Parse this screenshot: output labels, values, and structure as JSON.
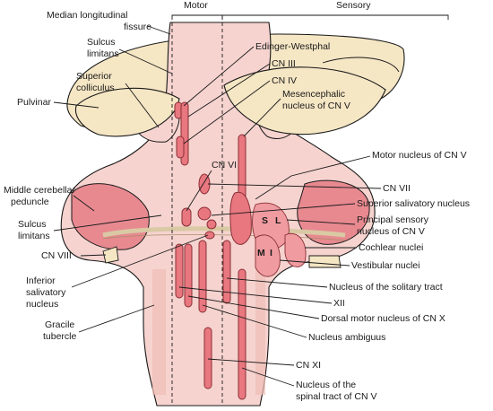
{
  "header": {
    "motor": "Motor",
    "sensory": "Sensory"
  },
  "labels_left": [
    {
      "id": "median-longitudinal-fissure",
      "lines": [
        "Median longitudinal",
        "fissure"
      ]
    },
    {
      "id": "sulcus-limitans-top",
      "lines": [
        "Sulcus",
        "limitans"
      ]
    },
    {
      "id": "superior-colliculus",
      "lines": [
        "Superior",
        "colliculus"
      ]
    },
    {
      "id": "pulvinar",
      "lines": [
        "Pulvinar"
      ]
    },
    {
      "id": "middle-cerebellar-peduncle",
      "lines": [
        "Middle cerebellar",
        "peduncle"
      ]
    },
    {
      "id": "sulcus-limitans-bottom",
      "lines": [
        "Sulcus",
        "limitans"
      ]
    },
    {
      "id": "cn-viii",
      "lines": [
        "CN VIII"
      ]
    },
    {
      "id": "inferior-salivatory-nucleus",
      "lines": [
        "Inferior",
        "salivatory",
        "nucleus"
      ]
    },
    {
      "id": "gracile-tubercle",
      "lines": [
        "Gracile",
        "tubercle"
      ]
    }
  ],
  "labels_right": [
    {
      "id": "edinger-westphal",
      "lines": [
        "Edinger-Westphal"
      ]
    },
    {
      "id": "cn-iii",
      "lines": [
        "CN III"
      ]
    },
    {
      "id": "cn-iv",
      "lines": [
        "CN IV"
      ]
    },
    {
      "id": "mesencephalic-nucleus",
      "lines": [
        "Mesencephalic",
        "nucleus of CN V"
      ]
    },
    {
      "id": "cn-vi",
      "lines": [
        "CN VI"
      ]
    },
    {
      "id": "motor-nucleus-cn-v",
      "lines": [
        "Motor nucleus of CN V"
      ]
    },
    {
      "id": "cn-vii",
      "lines": [
        "CN VII"
      ]
    },
    {
      "id": "superior-salivatory-nucleus",
      "lines": [
        "Superior salivatory nucleus"
      ]
    },
    {
      "id": "principal-sensory-nucleus",
      "lines": [
        "Principal sensory",
        "nucleus of CN V"
      ]
    },
    {
      "id": "cochlear-nuclei",
      "lines": [
        "Cochlear nuclei"
      ]
    },
    {
      "id": "vestibular-nuclei",
      "lines": [
        "Vestibular nuclei"
      ]
    },
    {
      "id": "nucleus-solitary-tract",
      "lines": [
        "Nucleus of the solitary tract"
      ]
    },
    {
      "id": "cn-xii",
      "lines": [
        "XII"
      ]
    },
    {
      "id": "dorsal-motor-nucleus-cn-x",
      "lines": [
        "Dorsal motor nucleus of CN X"
      ]
    },
    {
      "id": "nucleus-ambiguus",
      "lines": [
        "Nucleus ambiguus"
      ]
    },
    {
      "id": "cn-xi",
      "lines": [
        "CN XI"
      ]
    },
    {
      "id": "nucleus-spinal-tract",
      "lines": [
        "Nucleus of the",
        "spinal tract of CN V"
      ]
    }
  ],
  "inline_marks": {
    "s": "S",
    "l": "L",
    "m": "M",
    "i": "I"
  },
  "colors": {
    "brainstem": "#f6d3cf",
    "brainstem_shade": "#efbdb6",
    "thalamus": "#f5e6c4",
    "nucleus": "#e8777f",
    "nucleus_dark": "#8a2f36",
    "text": "#1a1a1a"
  }
}
